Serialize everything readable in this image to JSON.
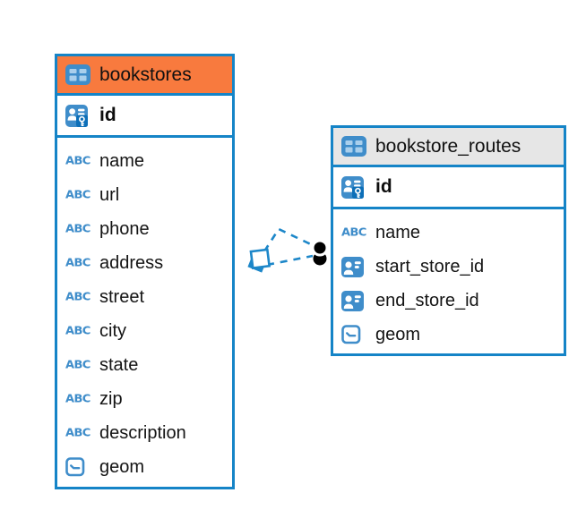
{
  "diagram": {
    "type": "entity-relationship",
    "background_color": "#ffffff",
    "accent_color": "#1584c7",
    "icons": {
      "abc_text": "ABC"
    },
    "tables": [
      {
        "name": "bookstores",
        "header_color": "#f87a3e",
        "primary_key": {
          "name": "id",
          "icon": "primary-key-icon"
        },
        "columns": [
          {
            "name": "name",
            "icon": "text-type-icon"
          },
          {
            "name": "url",
            "icon": "text-type-icon"
          },
          {
            "name": "phone",
            "icon": "text-type-icon"
          },
          {
            "name": "address",
            "icon": "text-type-icon"
          },
          {
            "name": "street",
            "icon": "text-type-icon"
          },
          {
            "name": "city",
            "icon": "text-type-icon"
          },
          {
            "name": "state",
            "icon": "text-type-icon"
          },
          {
            "name": "zip",
            "icon": "text-type-icon"
          },
          {
            "name": "description",
            "icon": "text-type-icon"
          },
          {
            "name": "geom",
            "icon": "geometry-type-icon"
          }
        ]
      },
      {
        "name": "bookstore_routes",
        "header_color": "#e6e6e6",
        "primary_key": {
          "name": "id",
          "icon": "primary-key-icon"
        },
        "columns": [
          {
            "name": "name",
            "icon": "text-type-icon"
          },
          {
            "name": "start_store_id",
            "icon": "foreign-key-icon"
          },
          {
            "name": "end_store_id",
            "icon": "foreign-key-icon"
          },
          {
            "name": "geom",
            "icon": "geometry-type-icon"
          }
        ]
      }
    ],
    "relationships": [
      {
        "from_table": "bookstores",
        "to_table": "bookstore_routes",
        "line_style": "dashed"
      },
      {
        "from_table": "bookstores",
        "to_table": "bookstore_routes",
        "line_style": "dashed"
      }
    ]
  }
}
